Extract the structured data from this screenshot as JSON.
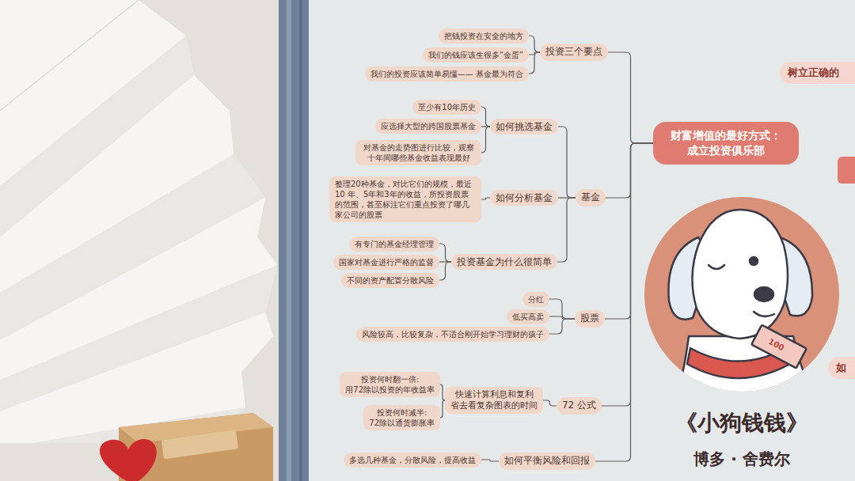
{
  "diagram": {
    "title": "《小狗钱钱》",
    "nodes": [
      {
        "text": [
          "把钱投资在安全的地方"
        ]
      },
      {
        "text": [
          "我们的钱应该生很多“金蛋”"
        ]
      },
      {
        "text": [
          "我们的投资应该简单易懂—— 基金最为符合"
        ]
      },
      {
        "text": [
          "投资三个要点"
        ]
      },
      {
        "text": [
          "至少有10年历史"
        ]
      },
      {
        "text": [
          "应选择大型的跨国股票基金"
        ]
      },
      {
        "text": [
          "对基金的走势图进行比较，观察 十年间哪些基金收益表现最好"
        ]
      },
      {
        "text": [
          "如何挑选基金"
        ]
      },
      {
        "text": [
          "整理20种基金，对比它们的规模，最近 10 年、5年和3年的收益，所投资股票 的范围，甚至标注它们重点投资了哪几 家公司的股票"
        ]
      },
      {
        "text": [
          "如何分析基金"
        ]
      },
      {
        "text": [
          "基金"
        ]
      },
      {
        "text": [
          "有专门的基金经理管理"
        ]
      },
      {
        "text": [
          "国家对基金进行严格的监督"
        ]
      },
      {
        "text": [
          "不同的资产配置分散风险"
        ]
      },
      {
        "text": [
          "投资基金为什么很简单"
        ]
      },
      {
        "text": [
          "分红"
        ]
      },
      {
        "text": [
          "低买高卖"
        ]
      },
      {
        "text": [
          "风险较高，比较复杂，不适合刚开始学习理财的孩子"
        ]
      },
      {
        "text": [
          "股票"
        ]
      },
      {
        "text": [
          "投资何时翻一倍: 用72除以投资的年收益率"
        ]
      },
      {
        "text": [
          "投资何时减半: 72除以通货膨胀率"
        ]
      },
      {
        "text": [
          "快速计算利息和复利 省去看复杂图表的时间"
        ]
      },
      {
        "text": [
          "72 公式"
        ]
      },
      {
        "text": [
          "多选几种基金，分散风险，提高收益"
        ]
      },
      {
        "text": [
          "如何平衡风险和回报"
        ]
      },
      {
        "text": [
          "财富增值的最好方式： 成立投资俱乐部"
        ]
      },
      {
        "text": [
          "树立正确的"
        ]
      },
      {
        "text": [
          "如"
        ]
      }
    ],
    "edges": [
      {
        "from": 25,
        "to": 3,
        "arrow": "none"
      },
      {
        "from": 25,
        "to": 10,
        "arrow": "none"
      },
      {
        "from": 25,
        "to": 18,
        "arrow": "none"
      },
      {
        "from": 25,
        "to": 22,
        "arrow": "none"
      },
      {
        "from": 25,
        "to": 24,
        "arrow": "none"
      },
      {
        "from": 3,
        "to": 0,
        "arrow": "none"
      },
      {
        "from": 3,
        "to": 1,
        "arrow": "none"
      },
      {
        "from": 3,
        "to": 2,
        "arrow": "none"
      },
      {
        "from": 10,
        "to": 7,
        "arrow": "none"
      },
      {
        "from": 10,
        "to": 9,
        "arrow": "none"
      },
      {
        "from": 10,
        "to": 14,
        "arrow": "none"
      },
      {
        "from": 7,
        "to": 4,
        "arrow": "none"
      },
      {
        "from": 7,
        "to": 5,
        "arrow": "none"
      },
      {
        "from": 7,
        "to": 6,
        "arrow": "none"
      },
      {
        "from": 9,
        "to": 8,
        "arrow": "none"
      },
      {
        "from": 14,
        "to": 11,
        "arrow": "none"
      },
      {
        "from": 14,
        "to": 12,
        "arrow": "none"
      },
      {
        "from": 14,
        "to": 13,
        "arrow": "none"
      },
      {
        "from": 18,
        "to": 15,
        "arrow": "none"
      },
      {
        "from": 18,
        "to": 16,
        "arrow": "none"
      },
      {
        "from": 18,
        "to": 17,
        "arrow": "none"
      },
      {
        "from": 22,
        "to": 21,
        "arrow": "none"
      },
      {
        "from": 21,
        "to": 19,
        "arrow": "none"
      },
      {
        "from": 21,
        "to": 20,
        "arrow": "none"
      },
      {
        "from": 24,
        "to": 23,
        "arrow": "none"
      }
    ],
    "labels": [
      "博多 · 舍费尔",
      "100"
    ]
  }
}
